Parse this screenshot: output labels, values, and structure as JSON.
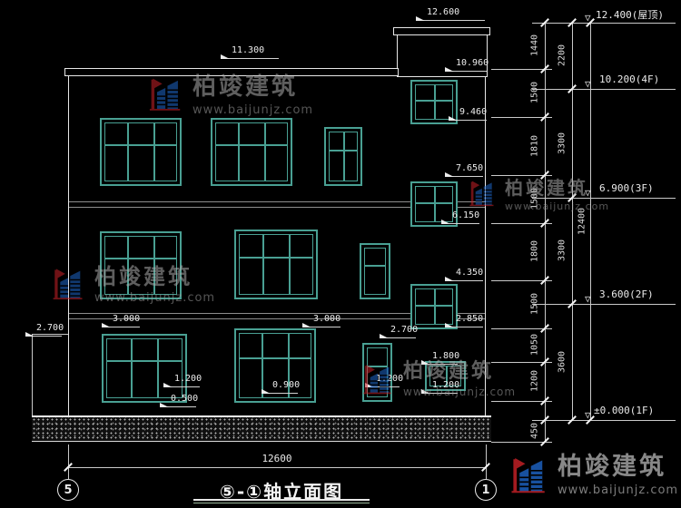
{
  "title": "⑤-①轴立面图",
  "axis": {
    "left_bubble": "5",
    "right_bubble": "1"
  },
  "watermark": {
    "name": "柏竣建筑",
    "url": "www.baijunjz.com"
  },
  "labels": [
    "12.600",
    "11.300",
    "10.960",
    "9.460",
    "7.650",
    "6.150",
    "4.350",
    "2.850",
    "3.000",
    "3.000",
    "2.700",
    "2.700",
    "1.800",
    "1.200",
    "0.900",
    "1.200",
    "1.200",
    "0.500"
  ],
  "bottom_dim": "12600",
  "right_dims": {
    "inner": [
      "1440",
      "1500",
      "1810",
      "1500",
      "1800",
      "1500",
      "1050",
      "1200",
      "450"
    ],
    "outer": [
      "2200",
      "3300",
      "3300",
      "3600"
    ],
    "total": "12400",
    "levels": [
      "12.400(屋顶)",
      "10.200(4F)",
      "6.900(3F)",
      "3.600(2F)",
      "±0.000(1F)"
    ]
  }
}
